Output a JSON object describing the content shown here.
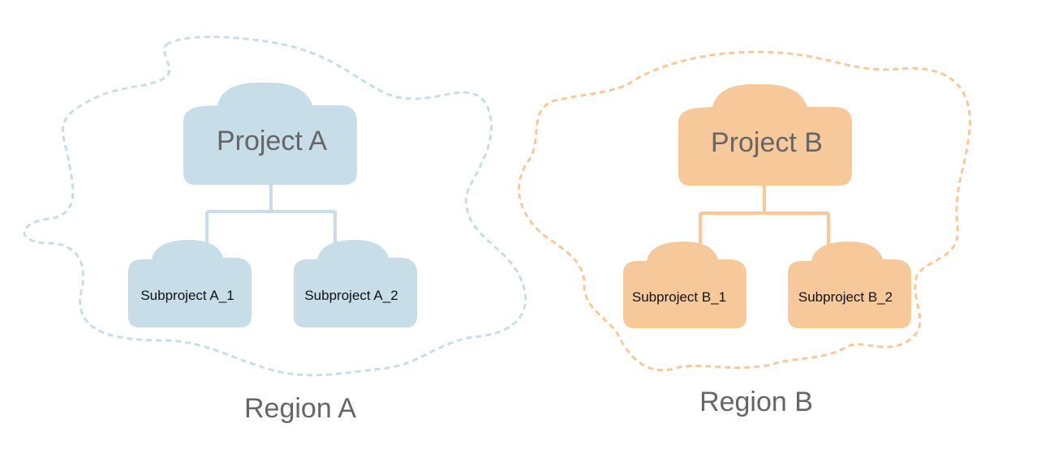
{
  "colors": {
    "region_a": "#c7dde8",
    "region_b": "#f7c99a",
    "label_gray": "#666666",
    "sub_text": "#111111"
  },
  "regions": [
    {
      "label": "Region A",
      "project": "Project A",
      "subprojects": [
        "Subproject A_1",
        "Subproject A_2"
      ]
    },
    {
      "label": "Region B",
      "project": "Project B",
      "subprojects": [
        "Subproject B_1",
        "Subproject B_2"
      ]
    }
  ]
}
